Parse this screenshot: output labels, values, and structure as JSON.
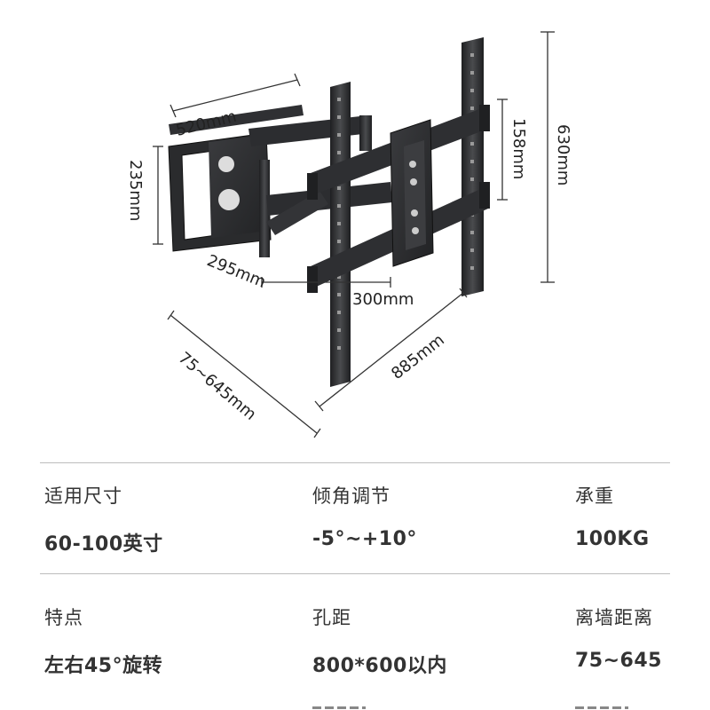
{
  "dimensions": {
    "width_top": "520mm",
    "height_left": "235mm",
    "depth_arm": "295mm",
    "hole_horizontal": "300mm",
    "extension": "75~645mm",
    "length_total": "885mm",
    "hole_vertical": "158mm",
    "height_total": "630mm"
  },
  "specs": [
    {
      "label": "适用尺寸",
      "value": "60-100英寸"
    },
    {
      "label": "倾角调节",
      "value": "-5°~+10°"
    },
    {
      "label": "承重",
      "value": "100KG"
    },
    {
      "label": "特点",
      "value": "左右45°旋转"
    },
    {
      "label": "孔距",
      "value": "800*600以内"
    },
    {
      "label": "离墙距离",
      "value": "75~645"
    }
  ],
  "colors": {
    "metal": "#2b2c2e",
    "metal_light": "#4a4b4e",
    "text": "#333333",
    "rule": "#bdbdbd"
  }
}
